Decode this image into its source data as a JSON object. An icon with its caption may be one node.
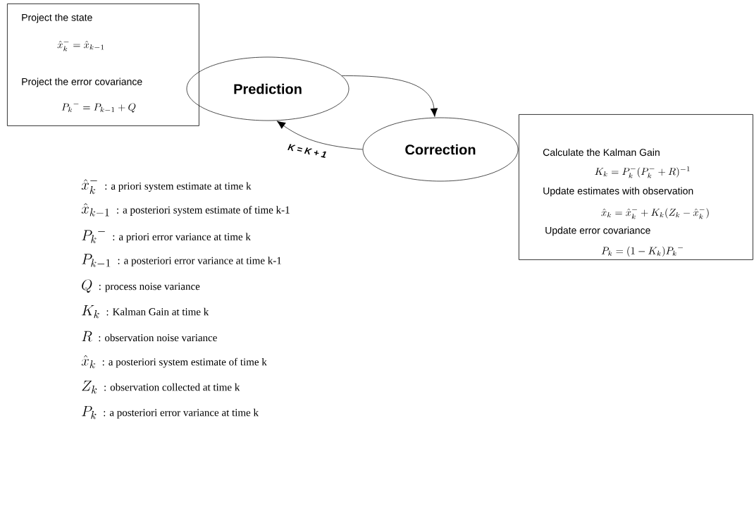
{
  "diagram": {
    "nodes": [
      {
        "text": [
          "Project the state",
          "\\hat{x}_k^- = \\hat{x}_{k-1}",
          "Project the error covariance",
          "{P_k}^- = P_{k-1} + Q"
        ]
      },
      {
        "text": [
          "Prediction"
        ]
      },
      {
        "text": [
          "Correction"
        ]
      },
      {
        "text": [
          "Calculate the Kalman Gain",
          "K_k = P_k^-(P_k^- + R)^{-1}",
          "Update estimates with observation",
          "\\hat{x}_k = \\hat{x}_k^- + K_k(Z_k - \\hat{x}_k^-)",
          "Update error covariance",
          "P_k = (1 - K_k){P_k}^-"
        ]
      }
    ],
    "edges": [
      {
        "from": 1,
        "to": 2,
        "arrow": "to"
      },
      {
        "from": 2,
        "to": 1,
        "arrow": "to",
        "label": "K = K + 1"
      }
    ],
    "labels": [
      "\\hat{x}_k^-",
      ": a priori system estimate at time k",
      "\\hat{x}_{k-1}",
      ": a posteriori system estimate of time k-1",
      "{P_k}^-",
      ": a priori error variance at time k",
      "P_{k-1}",
      ": a posteriori error variance at time k-1",
      "Q",
      ": process noise variance",
      "K_k",
      ": Kalman Gain at time k",
      "R",
      ": observation noise variance",
      "\\hat{x}_k",
      ": a posteriori system estimate of time k",
      "Z_k",
      ": observation collected at time k",
      "P_k",
      ": a posteriori error variance at time k"
    ]
  }
}
